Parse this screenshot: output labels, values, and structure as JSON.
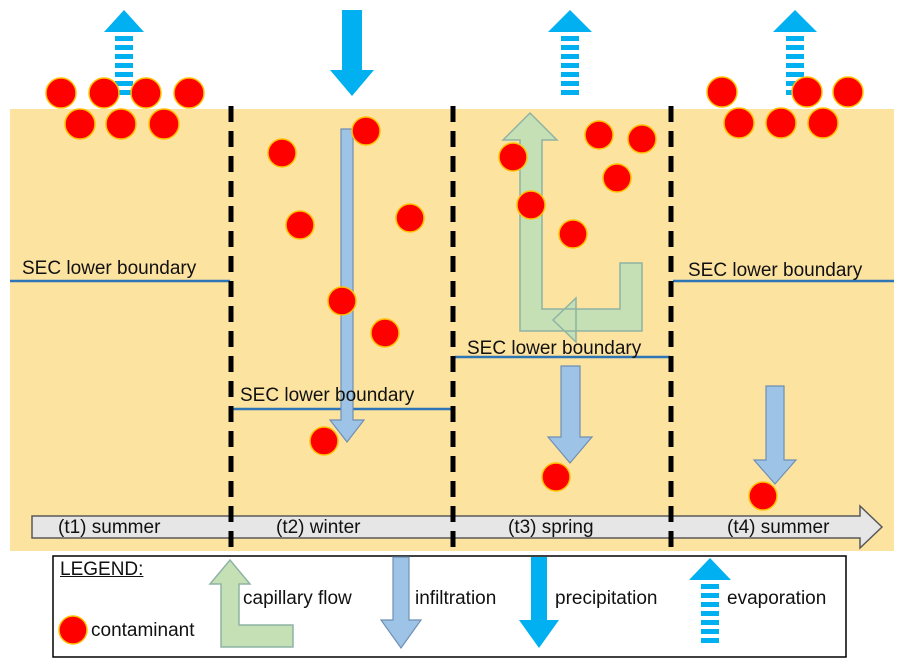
{
  "boundary_label": "SEC lower boundary",
  "timeline": {
    "seasons": [
      "(t1) summer",
      "(t2) winter",
      "(t3) spring",
      "(t4) summer"
    ]
  },
  "legend": {
    "title": "LEGEND:",
    "capillary_flow": "capillary flow",
    "infiltration": "infiltration",
    "precipitation": "precipitation",
    "evaporation": "evaporation",
    "contaminant": "contaminant"
  },
  "colors": {
    "soil": "#fde3a0",
    "contaminant": "#ff0000",
    "contaminant_outline": "#ffc000",
    "precipitation_evaporation": "#00b0f0",
    "infiltration": "#9dc3e6",
    "capillary_flow": "#c5e0b4",
    "boundary_line": "#2e75b6",
    "timeline_fill": "#e7e6e6"
  },
  "icons": [
    "evaporation-arrow-icon",
    "precipitation-arrow-icon",
    "infiltration-arrow-icon",
    "capillary-flow-arrow-icon",
    "contaminant-icon"
  ]
}
